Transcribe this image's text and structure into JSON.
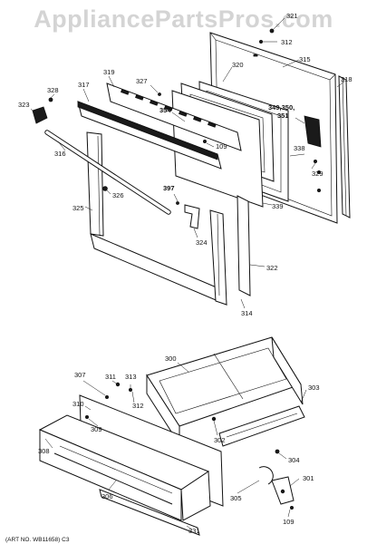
{
  "watermark": "AppliancePartsPros.com",
  "art_number": "(ART NO. WB11658) C3",
  "labels": {
    "l321": "321",
    "l312a": "312",
    "l315": "315",
    "l318": "318",
    "l328": "328",
    "l317": "317",
    "l319": "319",
    "l327": "327",
    "l320": "320",
    "l323": "323",
    "l354": "354",
    "l349": "349,350,",
    "l351": "351",
    "l109a": "109",
    "l338": "338",
    "l329": "329",
    "l316": "316",
    "l397": "397",
    "l326": "326",
    "l325": "325",
    "l339": "339",
    "l324": "324",
    "l322": "322",
    "l314": "314",
    "l300": "300",
    "l307": "307",
    "l311": "311",
    "l313": "313",
    "l312b": "312",
    "l310": "310",
    "l309": "309",
    "l308": "308",
    "l303": "303",
    "l302": "302",
    "l304": "304",
    "l306": "306",
    "l305": "305",
    "l301": "301",
    "l109b": "109",
    "l331": "331"
  }
}
